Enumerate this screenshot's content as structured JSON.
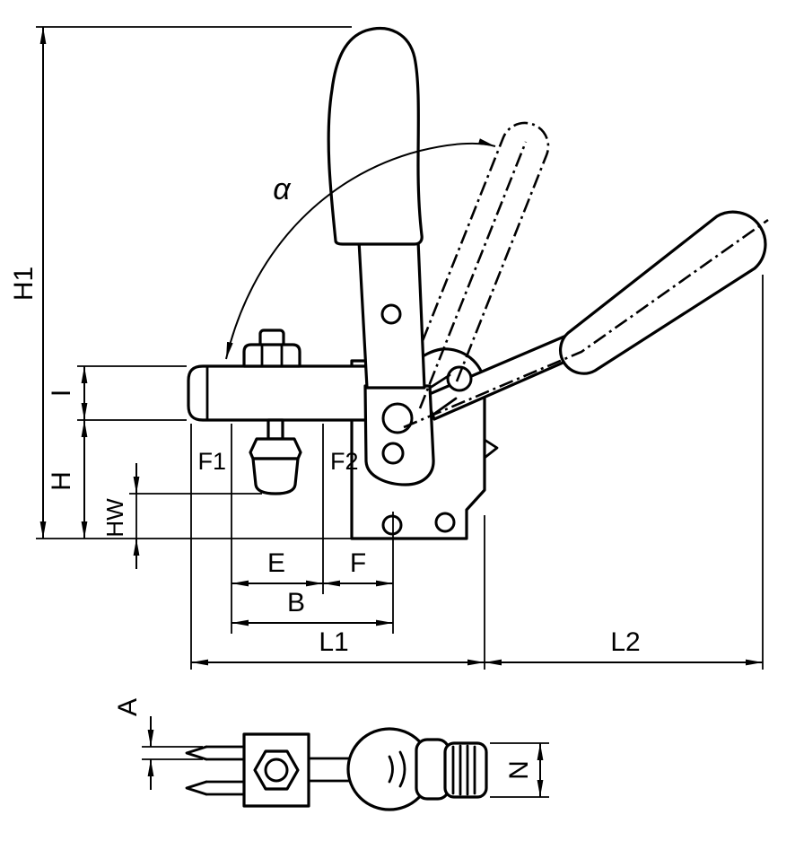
{
  "colors": {
    "line": "#000000",
    "background": "#ffffff"
  },
  "labels": {
    "h1": "H1",
    "i": "I",
    "h": "H",
    "hw": "HW",
    "alpha": "α",
    "f1": "F1",
    "f2": "F2",
    "e": "E",
    "f": "F",
    "b": "B",
    "l1": "L1",
    "l2": "L2",
    "a": "A",
    "n": "N"
  }
}
